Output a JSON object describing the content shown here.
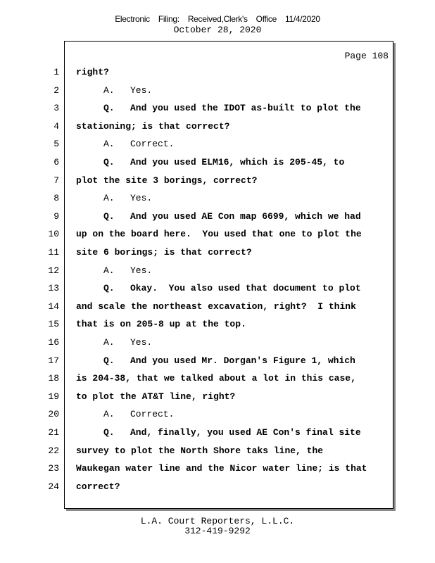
{
  "header": {
    "stamp": [
      "Electronic",
      "Filing:",
      "Received,Clerk's",
      "Office",
      "11/4/2020"
    ],
    "date": "October 28, 2020"
  },
  "page_label": "Page 108",
  "lines": [
    {
      "n": "1",
      "speaker": "",
      "text": "right?",
      "bold": true,
      "indent": false
    },
    {
      "n": "2",
      "speaker": "A.",
      "text": "Yes.",
      "bold": false,
      "indent": true
    },
    {
      "n": "3",
      "speaker": "Q.",
      "text": "And you used the IDOT as-built to plot the",
      "bold": true,
      "indent": true
    },
    {
      "n": "4",
      "speaker": "",
      "text": "stationing; is that correct?",
      "bold": true,
      "indent": false
    },
    {
      "n": "5",
      "speaker": "A.",
      "text": "Correct.",
      "bold": false,
      "indent": true
    },
    {
      "n": "6",
      "speaker": "Q.",
      "text": "And you used ELM16, which is 205-45, to",
      "bold": true,
      "indent": true
    },
    {
      "n": "7",
      "speaker": "",
      "text": "plot the site 3 borings, correct?",
      "bold": true,
      "indent": false
    },
    {
      "n": "8",
      "speaker": "A.",
      "text": "Yes.",
      "bold": false,
      "indent": true
    },
    {
      "n": "9",
      "speaker": "Q.",
      "text": "And you used AE Con map 6699, which we had",
      "bold": true,
      "indent": true
    },
    {
      "n": "10",
      "speaker": "",
      "text": "up on the board here.  You used that one to plot the",
      "bold": true,
      "indent": false
    },
    {
      "n": "11",
      "speaker": "",
      "text": "site 6 borings; is that correct?",
      "bold": true,
      "indent": false
    },
    {
      "n": "12",
      "speaker": "A.",
      "text": "Yes.",
      "bold": false,
      "indent": true
    },
    {
      "n": "13",
      "speaker": "Q.",
      "text": "Okay.  You also used that document to plot",
      "bold": true,
      "indent": true
    },
    {
      "n": "14",
      "speaker": "",
      "text": "and scale the northeast excavation, right?  I think",
      "bold": true,
      "indent": false
    },
    {
      "n": "15",
      "speaker": "",
      "text": "that is on 205-8 up at the top.",
      "bold": true,
      "indent": false
    },
    {
      "n": "16",
      "speaker": "A.",
      "text": "Yes.",
      "bold": false,
      "indent": true
    },
    {
      "n": "17",
      "speaker": "Q.",
      "text": "And you used Mr. Dorgan's Figure 1, which",
      "bold": true,
      "indent": true
    },
    {
      "n": "18",
      "speaker": "",
      "text": "is 204-38, that we talked about a lot in this case,",
      "bold": true,
      "indent": false
    },
    {
      "n": "19",
      "speaker": "",
      "text": "to plot the AT&T line, right?",
      "bold": true,
      "indent": false
    },
    {
      "n": "20",
      "speaker": "A.",
      "text": "Correct.",
      "bold": false,
      "indent": true
    },
    {
      "n": "21",
      "speaker": "Q.",
      "text": "And, finally, you used AE Con's final site",
      "bold": true,
      "indent": true
    },
    {
      "n": "22",
      "speaker": "",
      "text": "survey to plot the North Shore taks line, the",
      "bold": true,
      "indent": false
    },
    {
      "n": "23",
      "speaker": "",
      "text": "Waukegan water line and the Nicor water line; is that",
      "bold": true,
      "indent": false
    },
    {
      "n": "24",
      "speaker": "",
      "text": "correct?",
      "bold": true,
      "indent": false
    }
  ],
  "footer": {
    "company": "L.A. Court Reporters, L.L.C.",
    "phone": "312-419-9292"
  }
}
